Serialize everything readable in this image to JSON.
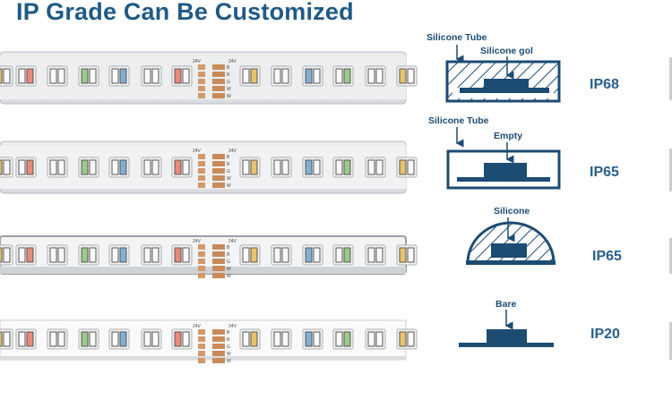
{
  "title": "IP Grade Can Be Customized",
  "strip_labels": {
    "v": "24V",
    "pins": [
      "B",
      "R",
      "G",
      "W",
      "W"
    ]
  },
  "rows": [
    {
      "grade": "IP68",
      "callouts": [
        "Silicone Tube",
        "Silicone gol"
      ]
    },
    {
      "grade": "IP65",
      "callouts": [
        "Silicone Tube",
        "Empty"
      ]
    },
    {
      "grade": "IP65",
      "callouts": [
        "Silicone"
      ]
    },
    {
      "grade": "IP20",
      "callouts": [
        "Bare"
      ]
    }
  ],
  "colors": {
    "title": "#1f5a85",
    "navy": "#1d4c73",
    "grade_text": "#2a5f8c",
    "copper": "#c98a5a"
  }
}
